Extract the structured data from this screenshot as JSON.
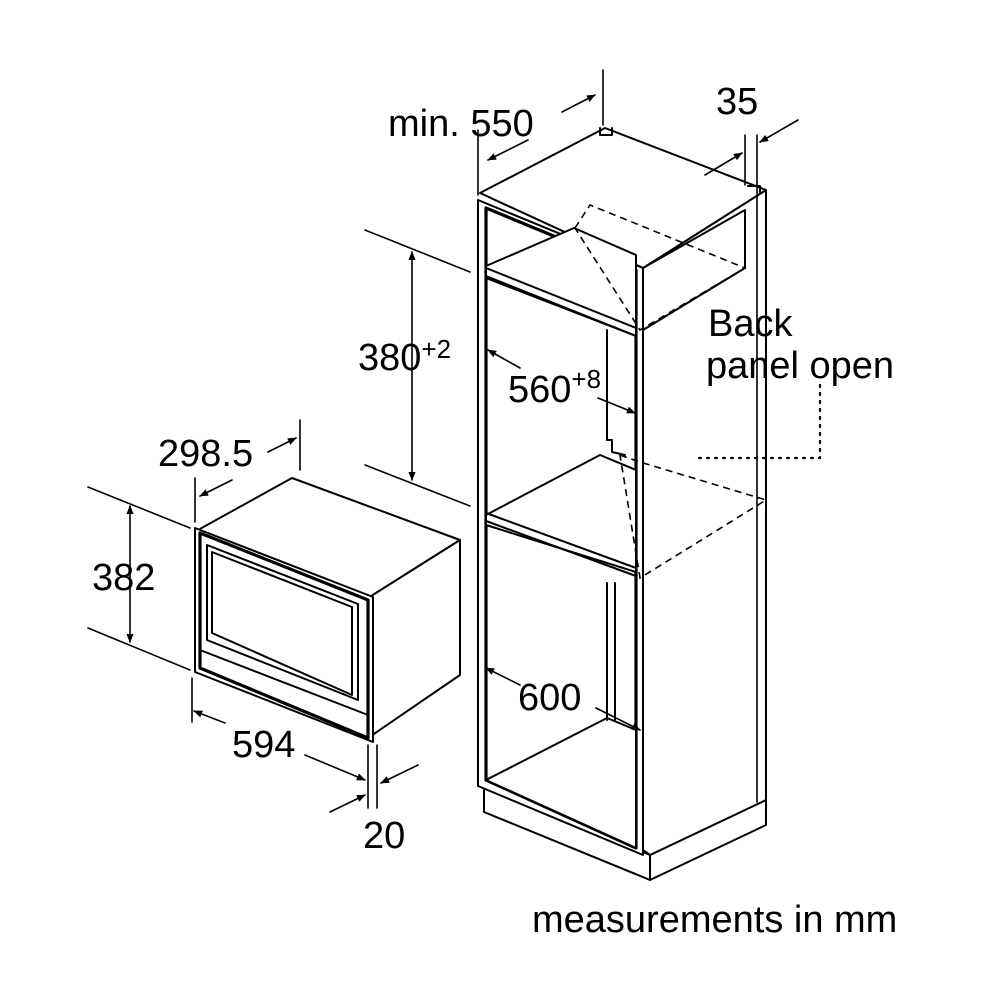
{
  "dimensions": {
    "appliance_depth": "298.5",
    "appliance_height": "382",
    "appliance_width": "594",
    "front_overhang": "20",
    "cabinet_depth": "min. 550",
    "back_gap": "35",
    "niche_height": "380",
    "niche_height_tol": "+2",
    "niche_width": "560",
    "niche_width_tol": "+8",
    "cabinet_width": "600"
  },
  "labels": {
    "back_panel_line1": "Back",
    "back_panel_line2": "panel open",
    "units_note": "measurements in mm"
  },
  "colors": {
    "line": "#000000",
    "background": "#ffffff"
  }
}
